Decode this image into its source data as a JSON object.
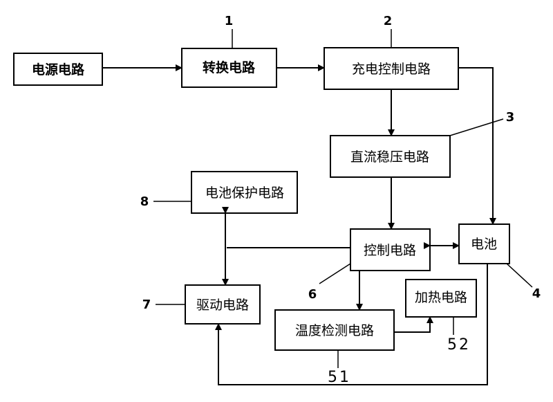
{
  "blocks": {
    "power": "电源电路",
    "convert": "转换电路",
    "charge_ctrl": "充电控制电路",
    "dc_reg": "直流稳压电路",
    "battery_protect": "电池保护电路",
    "control": "控制电路",
    "battery": "电池",
    "drive": "驱动电路",
    "temp_detect": "温度检测电路",
    "heating": "加热电路"
  },
  "refs": {
    "r1": "1",
    "r2": "2",
    "r3": "3",
    "r4": "4",
    "r6": "6",
    "r7": "7",
    "r8": "8",
    "r51": "51",
    "r52": "52"
  }
}
